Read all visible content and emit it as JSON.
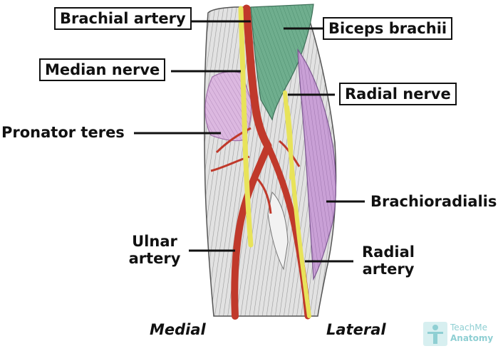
{
  "labels": {
    "brachial_artery": "Brachial artery",
    "biceps_brachii": "Biceps brachii",
    "median_nerve": "Median nerve",
    "radial_nerve": "Radial nerve",
    "pronator_teres": "Pronator teres",
    "brachioradialis": "Brachioradialis",
    "ulnar_artery": [
      "Ulnar",
      "artery"
    ],
    "radial_artery": [
      "Radial",
      "artery"
    ]
  },
  "orientation": {
    "medial": "Medial",
    "lateral": "Lateral"
  },
  "watermark": {
    "line1": "TeachMe",
    "line2": "Anatomy"
  },
  "colors": {
    "artery": "#c0392b",
    "nerve": "#e8e35a",
    "biceps": "#6fae8e",
    "pronator": "#dcb8e0",
    "brachioradialis": "#c9a0d6",
    "background_muscle": "#d9d9d9",
    "watermark": "#8fcfd3"
  }
}
